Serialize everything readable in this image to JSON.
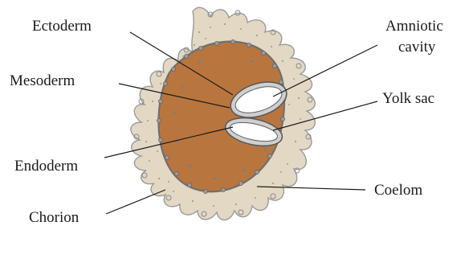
{
  "labels": {
    "ectoderm": "Ectoderm",
    "mesoderm": "Mesoderm",
    "endoderm": "Endoderm",
    "chorion": "Chorion",
    "amniotic_line1": "Amniotic",
    "amniotic_line2": "cavity",
    "yolk_sac": "Yolk sac",
    "coelom": "Coelom"
  },
  "colors": {
    "outer_tissue": "#e2d8c4",
    "coelom_fill": "#b8763e",
    "chorion_cells": "#7a7a7a",
    "cavity_fill": "#ffffff"
  }
}
